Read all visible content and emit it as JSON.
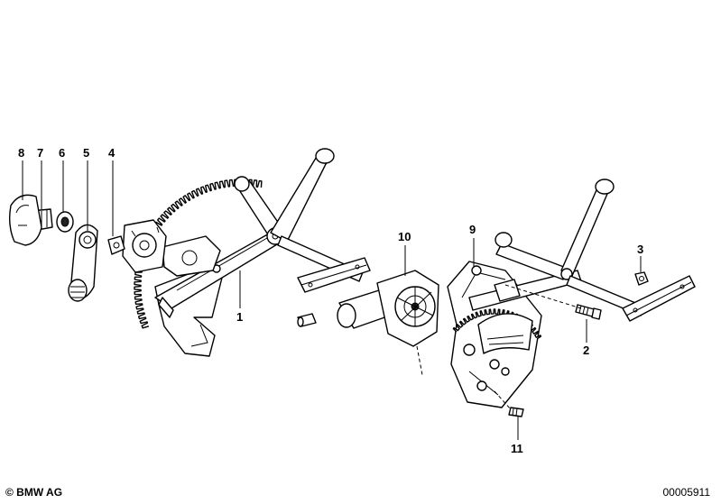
{
  "callouts": [
    "1",
    "2",
    "3",
    "4",
    "5",
    "6",
    "7",
    "8",
    "9",
    "10",
    "11"
  ],
  "footer": {
    "copyright": "© BMW AG",
    "diagram_id": "00005911"
  }
}
